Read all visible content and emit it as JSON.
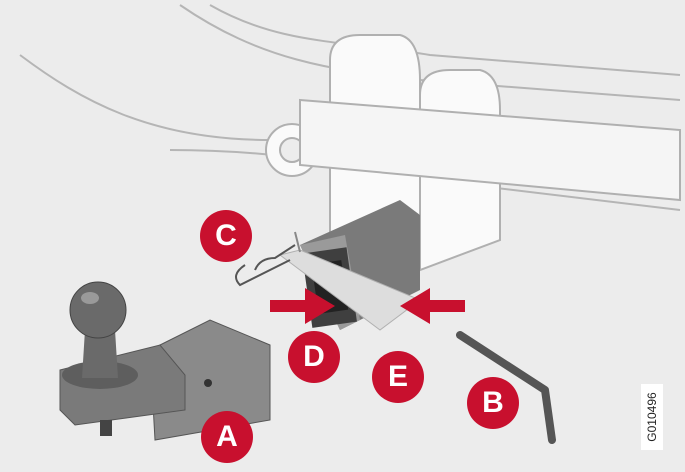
{
  "labels": {
    "a": "A",
    "b": "B",
    "c": "C",
    "d": "D",
    "e": "E"
  },
  "figure_code": "G010496",
  "colors": {
    "accent": "#c8102e",
    "background": "#ececec",
    "part_dark": "#6e6e6e",
    "part_mid": "#8a8a8a"
  }
}
